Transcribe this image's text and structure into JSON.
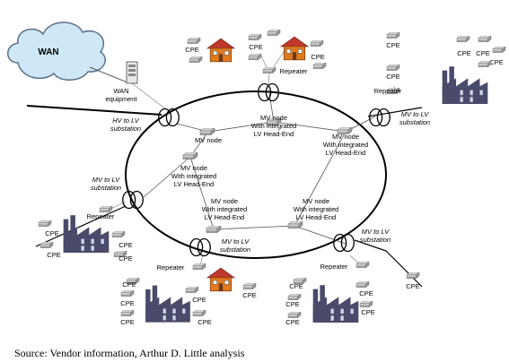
{
  "wan": "WAN",
  "wan_equipment": [
    "WAN",
    "equipment"
  ],
  "cpe": "CPE",
  "repeater": "Repeater",
  "mv_node": "MV node",
  "mv_node_he": [
    "MV node",
    "With integrated",
    "LV Head-End"
  ],
  "hv_lv": [
    "HV to LV",
    "substation"
  ],
  "mv_lv": [
    "MV to LV",
    "substation"
  ],
  "source": "Source: Vendor information, Arthur D. Little analysis",
  "colors": {
    "cloud": "#cfe8f7",
    "cloud_stroke": "#5a6f8a",
    "factory": "#4a4a6a",
    "house_roof": "#c0392b",
    "house_wall": "#e07a1f",
    "device": "#b0b0b0"
  }
}
